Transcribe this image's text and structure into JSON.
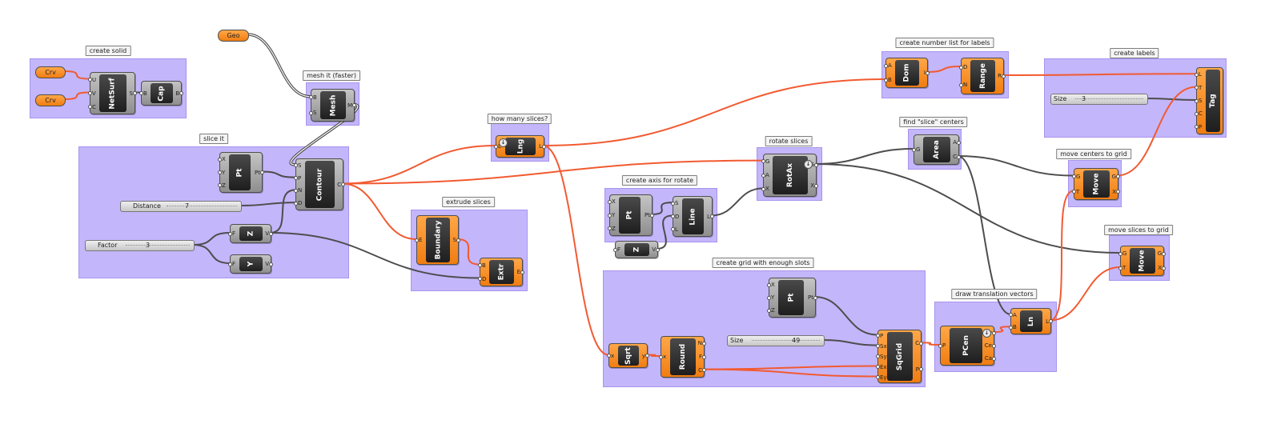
{
  "groups": {
    "create_solid": "create solid",
    "mesh_it": "mesh it (faster)",
    "slice_it": "slice it",
    "how_many": "how many slices?",
    "extrude": "extrude slices",
    "number_list": "create number list for labels",
    "create_labels": "create labels",
    "rotate": "rotate slices",
    "find_centers": "find \"slice\" centers",
    "axis": "create axis for rotate",
    "move_centers": "move centers to grid",
    "move_slices": "move slices to grid",
    "grid": "create grid with enough slots",
    "translation": "draw translation vectors"
  },
  "params": {
    "geo": "Geo",
    "crv1": "Crv",
    "crv2": "Crv"
  },
  "sliders": {
    "distance": {
      "name": "Distance",
      "value": "7"
    },
    "factor": {
      "name": "Factor",
      "value": "3"
    },
    "size_labels": {
      "name": "Size",
      "value": "3"
    },
    "size_grid": {
      "name": "Size",
      "value": "49"
    }
  },
  "components": {
    "netsurf": {
      "name": "NetSurf",
      "in": [
        "U",
        "V",
        "C"
      ],
      "out": [
        "S"
      ]
    },
    "cap": {
      "name": "Cap",
      "in": [
        "B"
      ],
      "out": [
        "B"
      ]
    },
    "mesh": {
      "name": "Mesh",
      "in": [
        "B",
        "S"
      ],
      "out": [
        "M"
      ]
    },
    "pt1": {
      "name": "Pt",
      "in": [
        "X",
        "Y",
        "Z"
      ],
      "out": [
        "Pt"
      ]
    },
    "contour": {
      "name": "Contour",
      "in": [
        "S",
        "P",
        "N",
        "D"
      ],
      "out": [
        "C"
      ]
    },
    "z1": {
      "name": "Z",
      "in": [
        "F"
      ],
      "out": [
        "V"
      ]
    },
    "y1": {
      "name": "Y",
      "in": [
        "F"
      ],
      "out": [
        "V"
      ]
    },
    "lng": {
      "name": "Lng",
      "in": [
        "L"
      ],
      "out": [
        "L"
      ]
    },
    "boundary": {
      "name": "Boundary",
      "in": [
        "E"
      ],
      "out": [
        "S"
      ]
    },
    "extr": {
      "name": "Extr",
      "in": [
        "B",
        "D"
      ],
      "out": [
        "E"
      ]
    },
    "dom": {
      "name": "Dom",
      "in": [
        "A",
        "B"
      ],
      "out": [
        "I"
      ]
    },
    "range": {
      "name": "Range",
      "in": [
        "D",
        "N"
      ],
      "out": [
        "R"
      ]
    },
    "tag": {
      "name": "Tag",
      "in": [
        "L",
        "T",
        "S",
        "C",
        "P"
      ],
      "out": []
    },
    "rotax": {
      "name": "RotAx",
      "in": [
        "G",
        "A",
        "X"
      ],
      "out": [
        "G",
        "X"
      ]
    },
    "area": {
      "name": "Area",
      "in": [
        "G"
      ],
      "out": [
        "A",
        "C"
      ]
    },
    "pt2": {
      "name": "Pt",
      "in": [
        "X",
        "Y",
        "Z"
      ],
      "out": [
        "Pt"
      ]
    },
    "line": {
      "name": "Line",
      "in": [
        "S",
        "D",
        "L"
      ],
      "out": [
        "L"
      ]
    },
    "z2": {
      "name": "Z",
      "in": [
        "F"
      ],
      "out": [
        "V"
      ]
    },
    "move1": {
      "name": "Move",
      "in": [
        "G",
        "T"
      ],
      "out": [
        "G",
        "X"
      ]
    },
    "move2": {
      "name": "Move",
      "in": [
        "G",
        "T"
      ],
      "out": [
        "G",
        "X"
      ]
    },
    "pt3": {
      "name": "Pt",
      "in": [
        "X",
        "Y",
        "Z"
      ],
      "out": [
        "Pt"
      ]
    },
    "sqrt": {
      "name": "Sqrt",
      "in": [
        "x"
      ],
      "out": [
        "y"
      ]
    },
    "round": {
      "name": "Round",
      "in": [
        "x"
      ],
      "out": [
        "N",
        "F",
        "C"
      ]
    },
    "sqgrid": {
      "name": "SqGrid",
      "in": [
        "P",
        "Sx",
        "Sy",
        "Ex",
        "Ey"
      ],
      "out": [
        "C",
        "P"
      ]
    },
    "pcen": {
      "name": "PCen",
      "in": [
        "P"
      ],
      "out": [
        "Cv",
        "Ce",
        "Ca"
      ]
    },
    "ln": {
      "name": "Ln",
      "in": [
        "A",
        "B"
      ],
      "out": [
        "L"
      ]
    }
  },
  "colors": {
    "group_fill": "#c4b6fb",
    "component_orange": "#f58a1f",
    "component_grey": "#9e9e9e",
    "wire_selected": "#f25a30",
    "wire_default": "#4d4d4d"
  }
}
